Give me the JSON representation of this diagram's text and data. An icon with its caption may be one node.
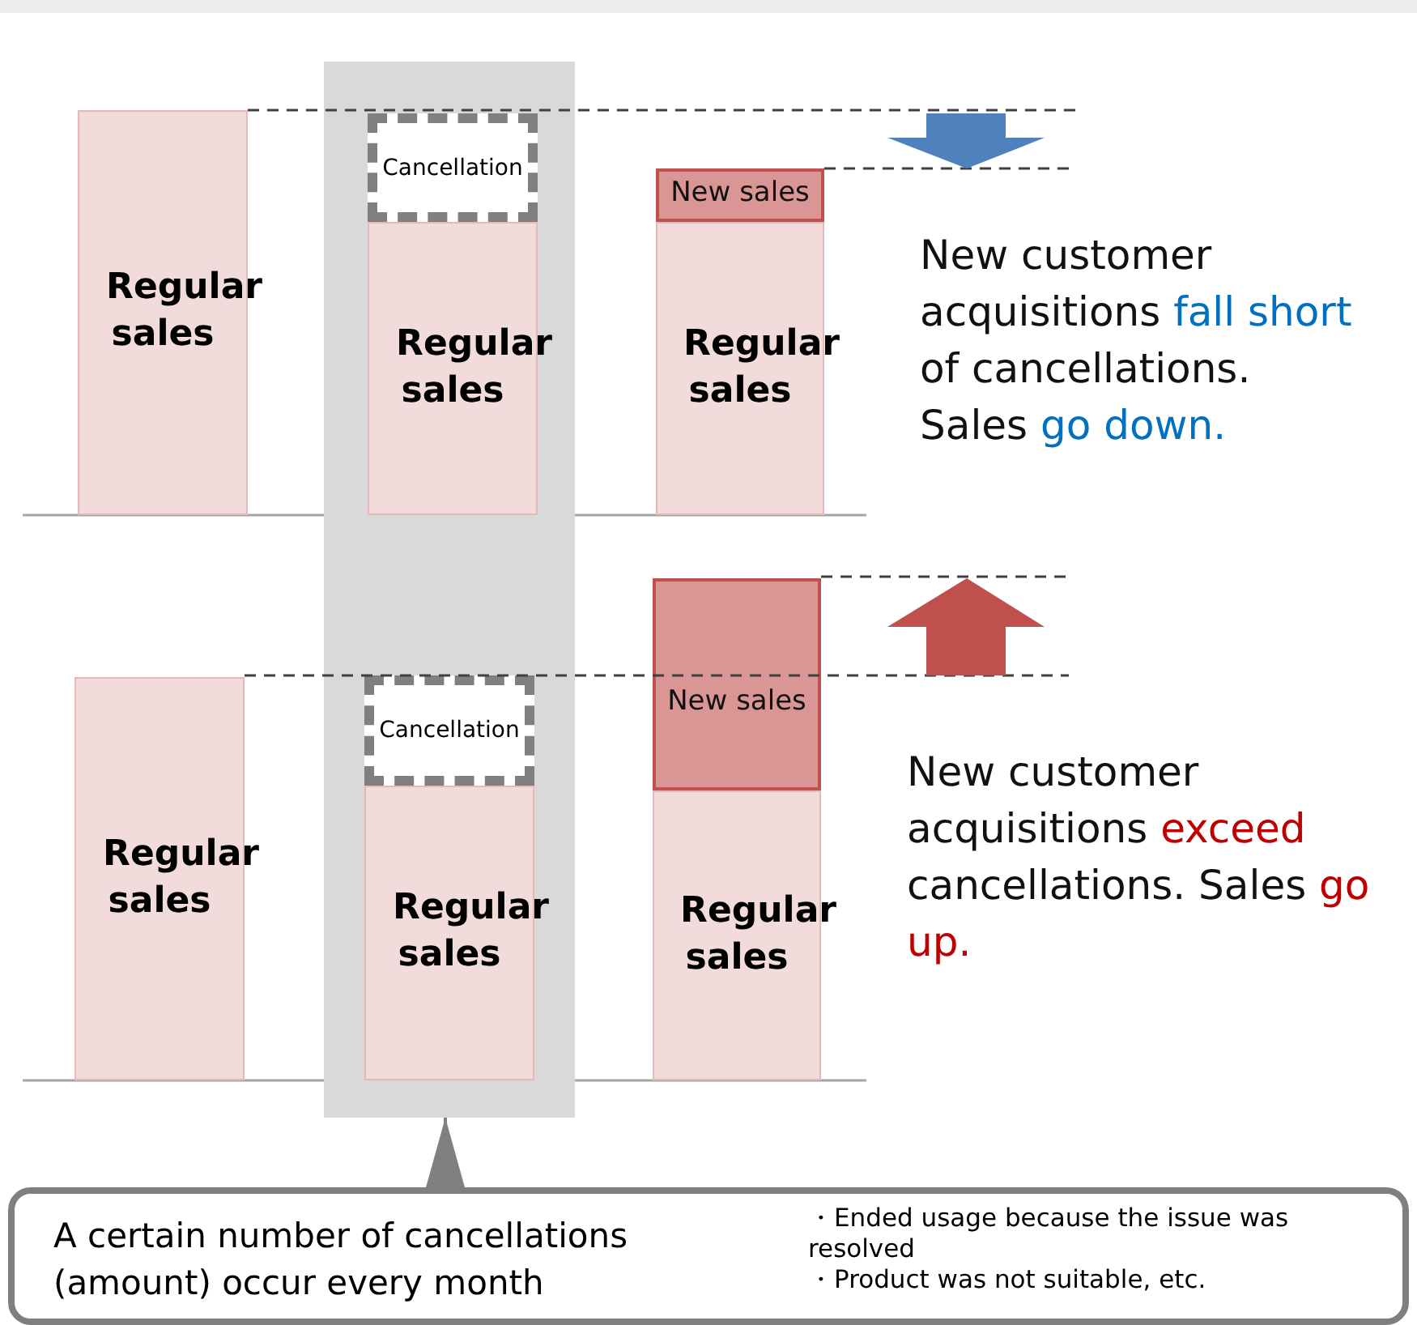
{
  "diagram": {
    "nodes": [
      {
        "text": [
          "Regular sales"
        ]
      },
      {
        "text": [
          "Cancellation"
        ],
        "in": 10
      },
      {
        "text": [
          "Regular sales"
        ],
        "in": 10
      },
      {
        "text": [
          "New sales"
        ]
      },
      {
        "text": [
          "Regular sales"
        ]
      },
      {
        "text": [
          "Regular sales"
        ]
      },
      {
        "text": [
          "Cancellation"
        ],
        "in": 10
      },
      {
        "text": [
          "Regular sales"
        ],
        "in": 10
      },
      {
        "text": [
          "New sales"
        ]
      },
      {
        "text": [
          "Regular sales"
        ]
      },
      {
        "text": [],
        "shape": "box"
      },
      {
        "text": [
          "A certain number of cancellations (amount) occur every month",
          "・Ended usage because the issue was resolved",
          "・Product was not suitable, etc."
        ]
      }
    ],
    "edges": [
      {
        "from": 11,
        "to": 10,
        "arrow": "to"
      }
    ],
    "labels": [
      "New customer acquisitions *fall short* of cancellations. Sales *go down.*",
      "New customer acquisitions *exceed* cancellations. Sales *go up.*"
    ]
  }
}
